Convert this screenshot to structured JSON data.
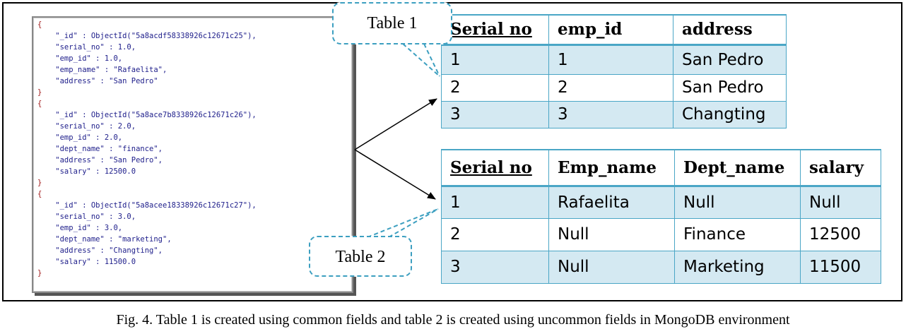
{
  "code_lines": [
    "{",
    "    \"_id\" : ObjectId(\"5a8acdf58338926c12671c25\"),",
    "    \"serial_no\" : 1.0,",
    "    \"emp_id\" : 1.0,",
    "    \"emp_name\" : \"Rafaelita\",",
    "    \"address\" : \"San Pedro\"",
    "}",
    "{",
    "    \"_id\" : ObjectId(\"5a8ace7b8338926c12671c26\"),",
    "    \"serial_no\" : 2.0,",
    "    \"emp_id\" : 2.0,",
    "    \"dept_name\" : \"finance\",",
    "    \"address\" : \"San Pedro\",",
    "    \"salary\" : 12500.0",
    "}",
    "{",
    "    \"_id\" : ObjectId(\"5a8acee18338926c12671c27\"),",
    "    \"serial_no\" : 3.0,",
    "    \"emp_id\" : 3.0,",
    "    \"dept_name\" : \"marketing\",",
    "    \"address\" : \"Changting\",",
    "    \"salary\" : 11500.0",
    "}"
  ],
  "callouts": {
    "table1": "Table 1",
    "table2": "Table 2"
  },
  "table1": {
    "headers": [
      "Serial no",
      "emp_id",
      "address"
    ],
    "rows": [
      [
        "1",
        "1",
        "San Pedro"
      ],
      [
        "2",
        "2",
        "San Pedro"
      ],
      [
        "3",
        "3",
        "Changting"
      ]
    ]
  },
  "table2": {
    "headers": [
      "Serial no",
      "Emp_name",
      "Dept_name",
      "salary"
    ],
    "rows": [
      [
        "1",
        "Rafaelita",
        "Null",
        "Null"
      ],
      [
        "2",
        "Null",
        "Finance",
        "12500"
      ],
      [
        "3",
        "Null",
        "Marketing",
        "11500"
      ]
    ]
  },
  "caption": "Fig. 4.  Table 1 is created using common fields and table 2 is created using uncommon fields in MongoDB environment"
}
